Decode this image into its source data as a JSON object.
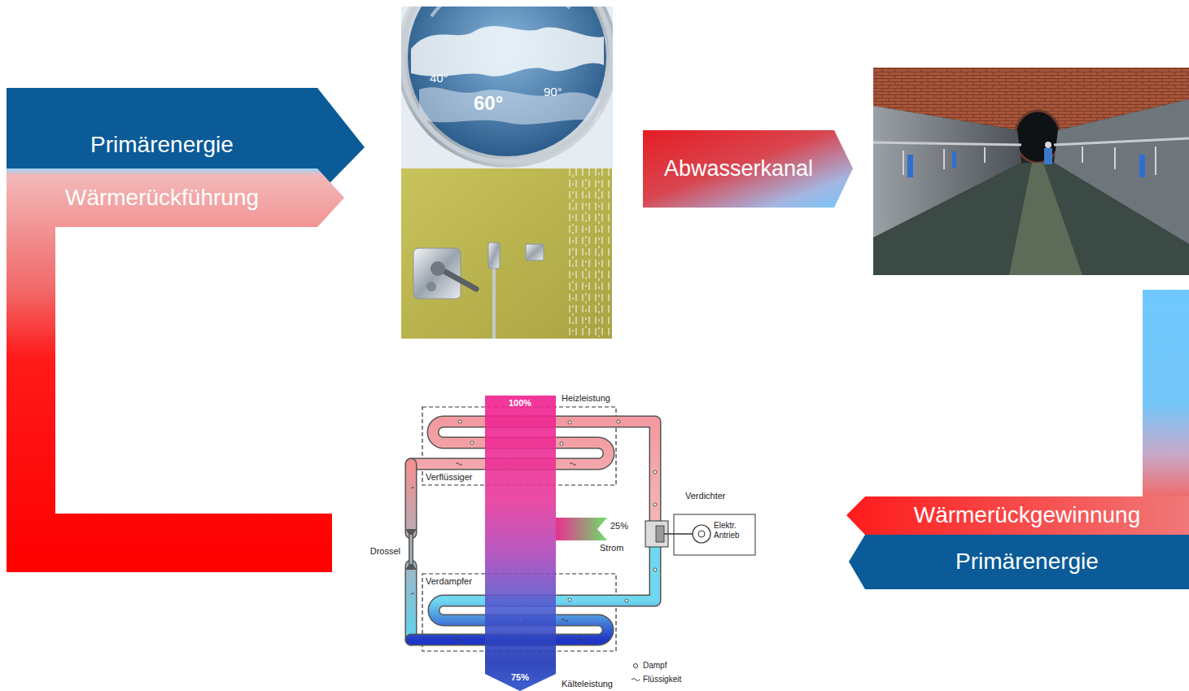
{
  "diagram": {
    "nodes": [
      {
        "text": [
          "Primärenergie"
        ]
      },
      {
        "text": [
          "Wärmerückführung"
        ]
      },
      {
        "text": [
          "Abwasserkanal"
        ]
      },
      {
        "text": [
          "Wärmerückgewinnung"
        ]
      },
      {
        "text": [
          "Primärenergie"
        ]
      }
    ],
    "labels": [
      "40°",
      "60°",
      "90°",
      "100%",
      "Heizleistung",
      "Verflüssiger",
      "Verdichter",
      "Elektr. Antrieb",
      "Drossel",
      "25%",
      "Strom",
      "Verdampfer",
      "75%",
      "Kälteleistung"
    ],
    "legend": [
      {
        "text": "Dampf"
      },
      {
        "text": "Flüssigkeit"
      }
    ]
  }
}
